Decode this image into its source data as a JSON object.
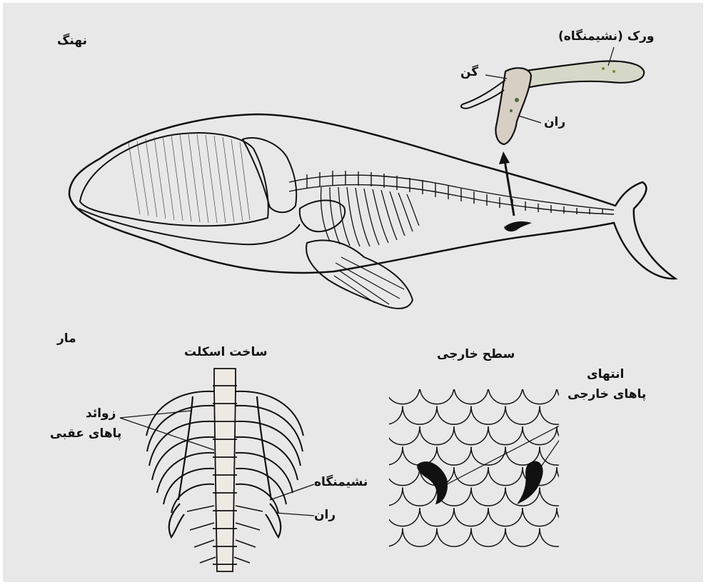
{
  "whale": {
    "title": "نهنگ",
    "pelvis_label": "ورک (نشیمنگاه)",
    "hip_label": "گن",
    "femur_label": "ران"
  },
  "snake": {
    "title": "مار",
    "skeleton_title": "ساخت اسکلت",
    "surface_title": "سطح خارجی",
    "spurs_label_line1": "زوائد",
    "spurs_label_line2": "پاهای عقبی",
    "pelvis_label": "نشیمنگاه",
    "femur_label": "ران",
    "external_legs_line1": "انتهای",
    "external_legs_line2": "پاهای خارجی"
  }
}
